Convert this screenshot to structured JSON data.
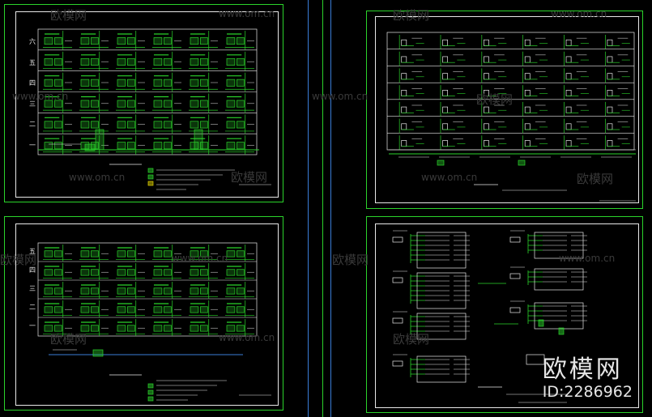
{
  "watermark": {
    "site": "www.om.cn",
    "brand": "欧模网"
  },
  "brand_logo": {
    "name": "欧模网",
    "id": "ID:2286962"
  },
  "colors": {
    "background": "#000000",
    "frame": "#2bd42b",
    "wire": "#2bd42b",
    "text": "#e8e8e8",
    "divider_blue": "#3a7ed8",
    "divider_green": "#2bd42b"
  },
  "sheets": [
    {
      "key": "top-left",
      "floor_labels": [
        "六",
        "五",
        "四",
        "三",
        "二",
        "一"
      ],
      "rows": 6,
      "cols": 6
    },
    {
      "key": "bottom-left",
      "floor_labels": [
        "五",
        "四",
        "三",
        "二",
        "一"
      ],
      "rows": 5,
      "cols": 6
    },
    {
      "key": "top-right",
      "floor_labels": [],
      "rows": 7,
      "cols": 6
    },
    {
      "key": "bottom-right",
      "floor_labels": [],
      "rows": 0,
      "cols": 0
    }
  ]
}
